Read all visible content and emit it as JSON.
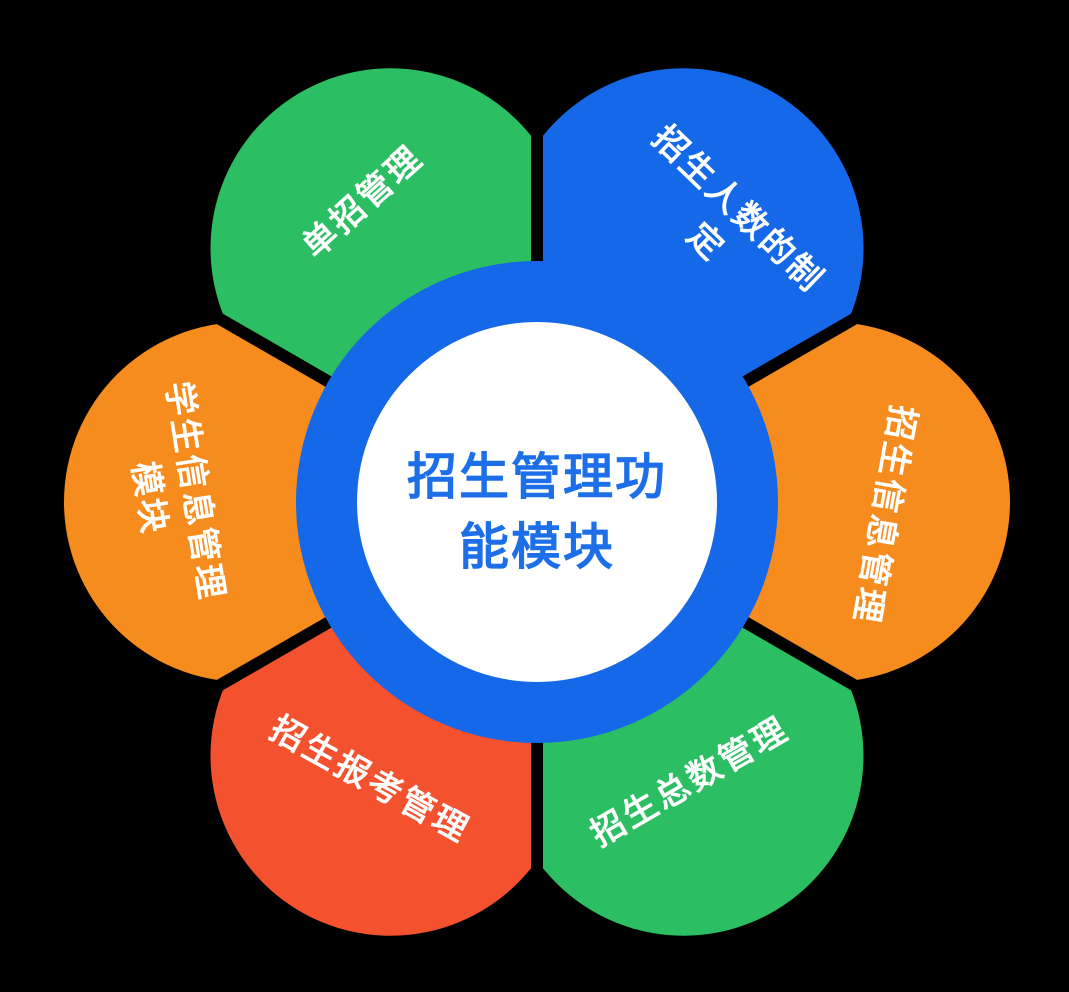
{
  "diagram": {
    "title": {
      "line1": "招生管理功",
      "line2": "能模块"
    },
    "colors": {
      "background": "#000000",
      "center_ring": "#1568E7",
      "center_disc": "#FFFFFF",
      "title_text": "#1C6FE8",
      "petal_text": "#FFFFFF",
      "green": "#2CBE62",
      "blue": "#1568E7",
      "orange": "#F78C1E",
      "red": "#F4512E"
    },
    "petals": [
      {
        "position": "top-left",
        "label_line1": "单招管理",
        "color": "#2CBE62"
      },
      {
        "position": "top-right",
        "label_line1": "招生人数的制",
        "label_line2": "定",
        "color": "#1568E7"
      },
      {
        "position": "right",
        "label_line1": "招生信息管理",
        "color": "#F78C1E"
      },
      {
        "position": "bottom-right",
        "label_line1": "招生总数管理",
        "color": "#2CBE62"
      },
      {
        "position": "bottom-left",
        "label_line1": "招生报考管理",
        "color": "#F4512E"
      },
      {
        "position": "left",
        "label_line1": "学生信息管理",
        "label_line2": "模块",
        "color": "#F78C1E"
      }
    ]
  }
}
